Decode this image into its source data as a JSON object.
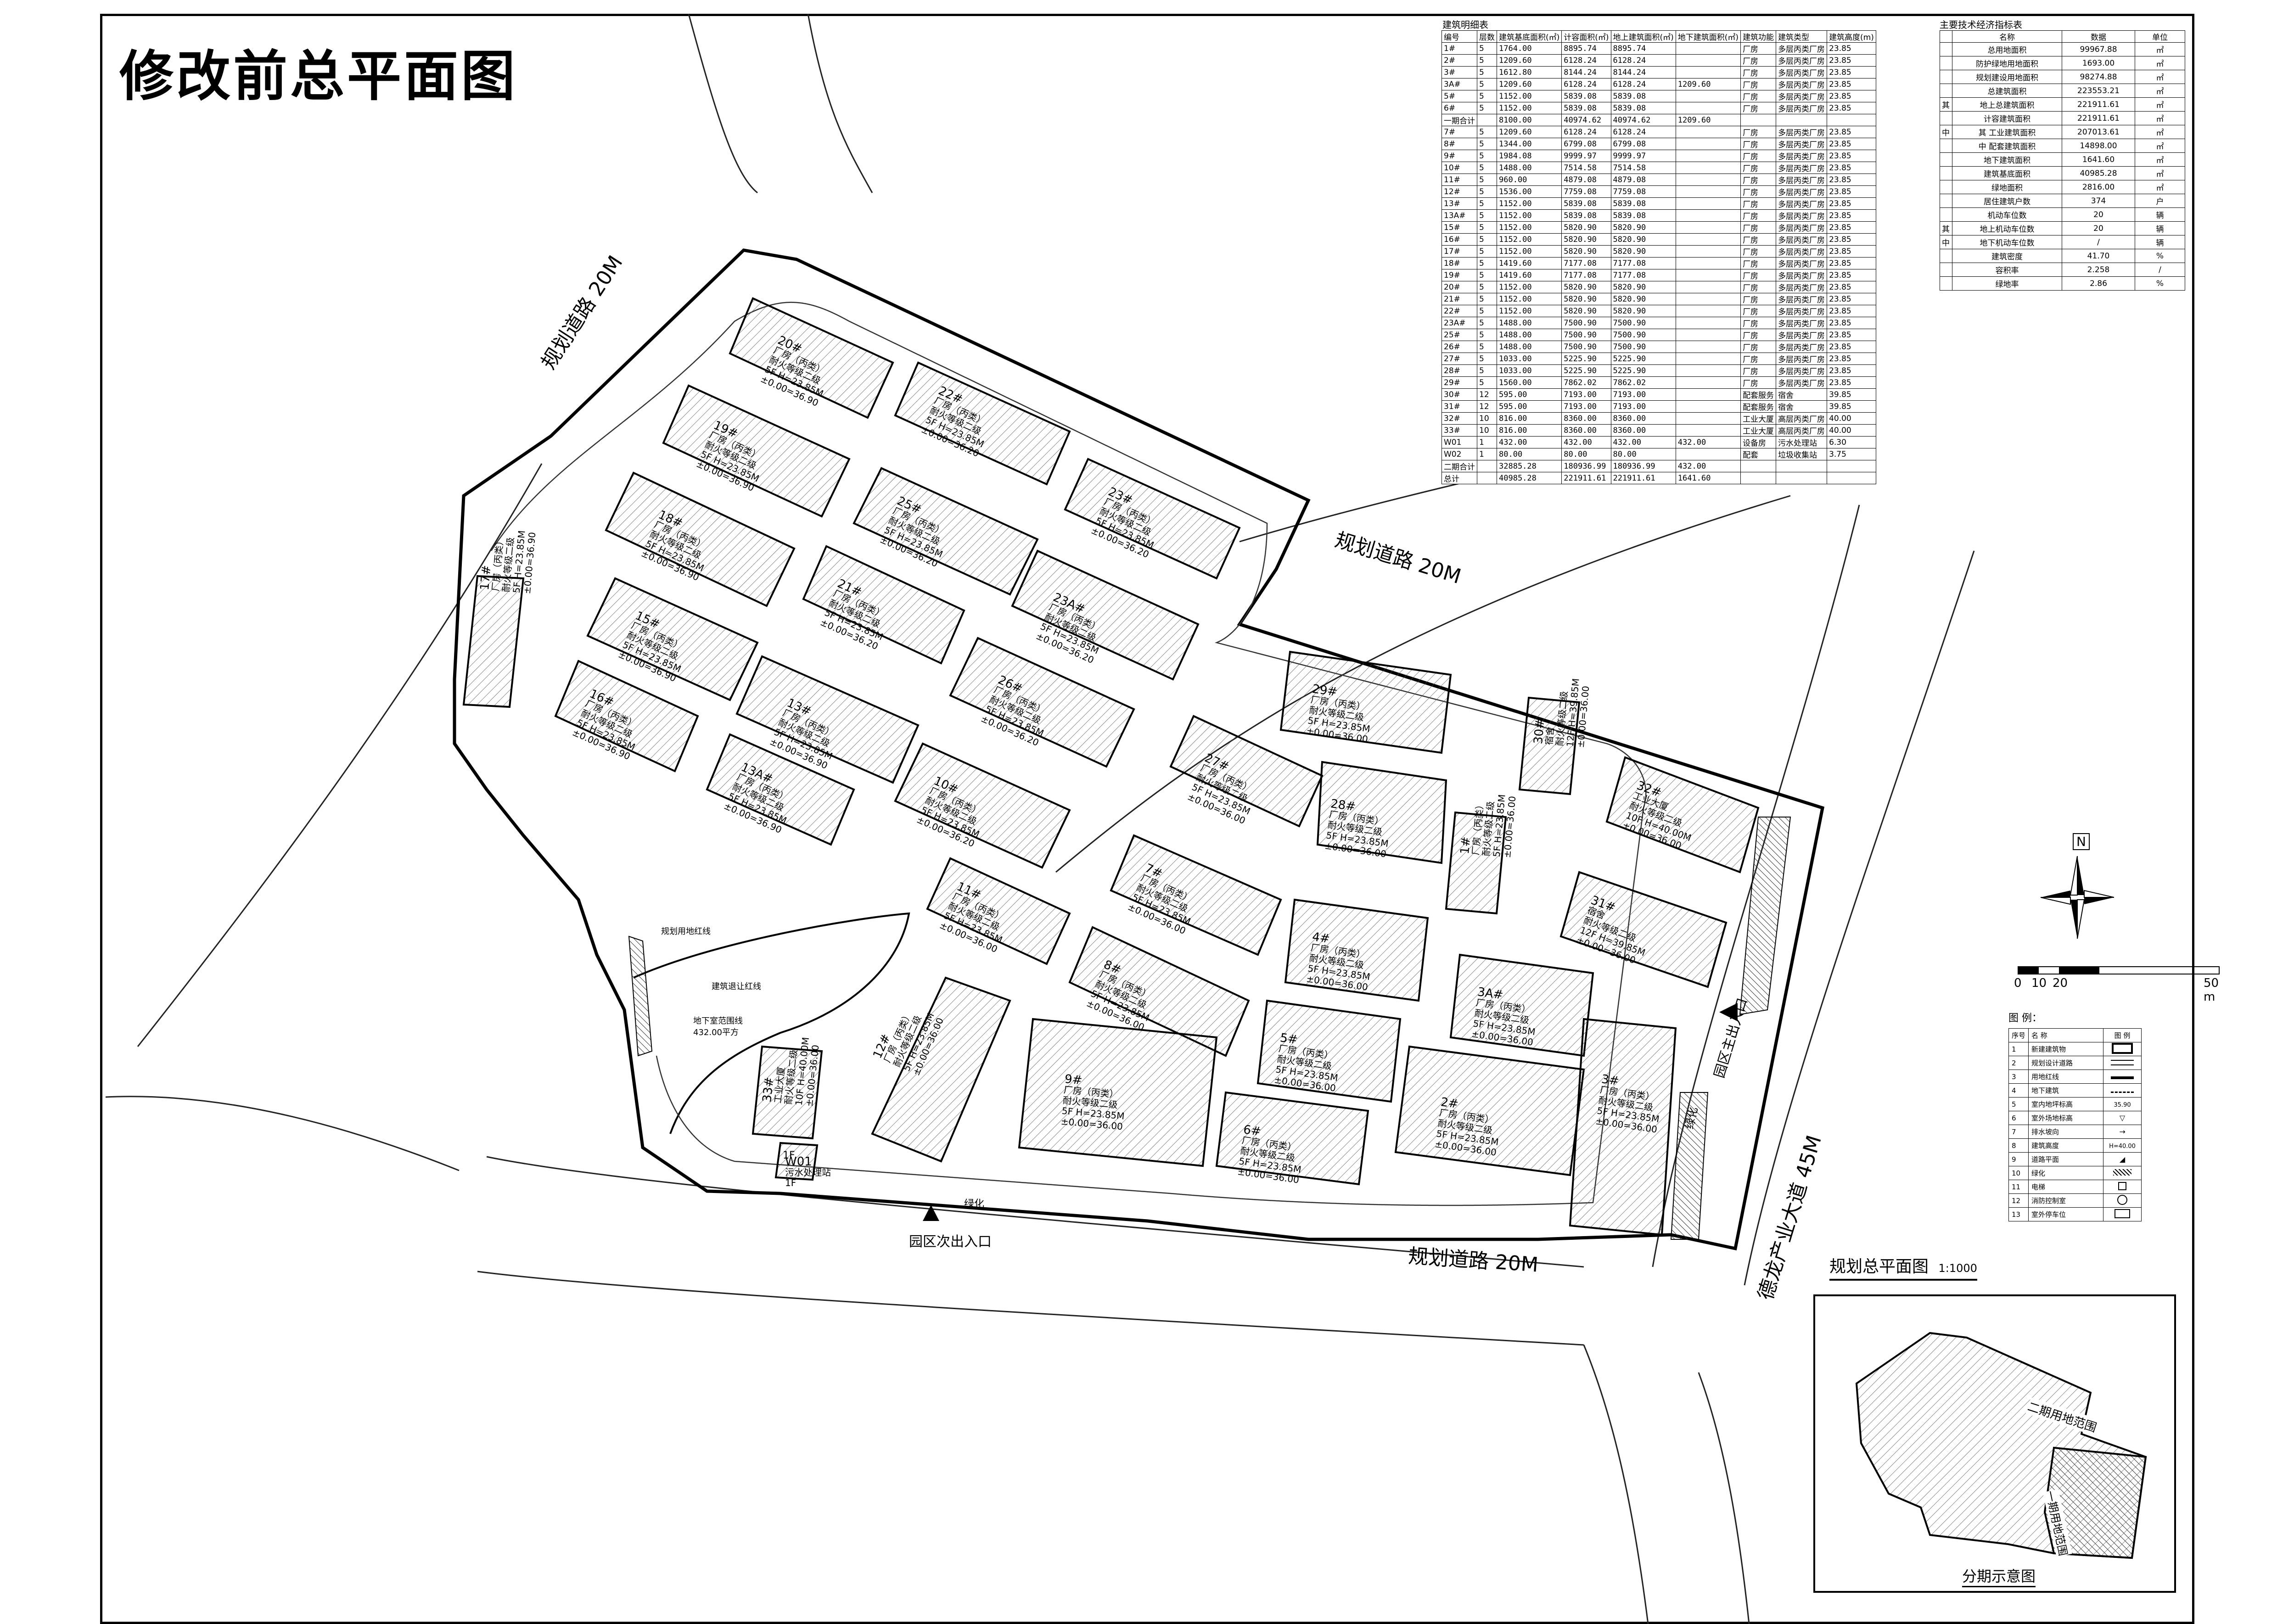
{
  "page_title": "修改前总平面图",
  "roads": {
    "west": "规划道路 20M",
    "north": "规划道路 20M",
    "south": "规划道路 20M",
    "east": "德龙产业大道 45M"
  },
  "entrances": {
    "main": "园区主出入口",
    "secondary": "园区次出入口"
  },
  "buildings": [
    {
      "id": "20#",
      "type": "厂房（丙类）",
      "fire": "耐火等级二级",
      "height": "5F H=23.85M",
      "elev": "±0.00=36.90"
    },
    {
      "id": "19#",
      "type": "厂房（丙类）",
      "fire": "耐火等级二级",
      "height": "5F H=23.85M",
      "elev": "±0.00=36.90"
    },
    {
      "id": "18#",
      "type": "厂房（丙类）",
      "fire": "耐火等级二级",
      "height": "5F H=23.85M",
      "elev": "±0.00=36.90"
    },
    {
      "id": "17#",
      "type": "厂房（丙类）",
      "fire": "耐火等级二级",
      "height": "5F H=23.85M",
      "elev": "±0.00=36.90"
    },
    {
      "id": "16#",
      "type": "厂房（丙类）",
      "fire": "耐火等级二级",
      "height": "5F H=23.85M",
      "elev": "±0.00=36.90"
    },
    {
      "id": "15#",
      "type": "厂房（丙类）",
      "fire": "耐火等级二级",
      "height": "5F H=23.85M",
      "elev": "±0.00=36.90"
    },
    {
      "id": "13A#",
      "type": "厂房（丙类）",
      "fire": "耐火等级二级",
      "height": "5F H=23.85M",
      "elev": "±0.00=36.90"
    },
    {
      "id": "13#",
      "type": "厂房（丙类）",
      "fire": "耐火等级二级",
      "height": "5F H=23.85M",
      "elev": "±0.00=36.90"
    },
    {
      "id": "22#",
      "type": "厂房（丙类）",
      "fire": "耐火等级二级",
      "height": "5F H=23.85M",
      "elev": "±0.00=36.20"
    },
    {
      "id": "21#",
      "type": "厂房（丙类）",
      "fire": "耐火等级二级",
      "height": "5F H=23.85M",
      "elev": "±0.00=36.20"
    },
    {
      "id": "23#",
      "type": "厂房（丙类）",
      "fire": "耐火等级二级",
      "height": "5F H=23.85M",
      "elev": "±0.00=36.20"
    },
    {
      "id": "23A#",
      "type": "厂房（丙类）",
      "fire": "耐火等级二级",
      "height": "5F H=23.85M",
      "elev": "±0.00=36.20"
    },
    {
      "id": "26#",
      "type": "厂房（丙类）",
      "fire": "耐火等级二级",
      "height": "5F H=23.85M",
      "elev": "±0.00=36.20"
    },
    {
      "id": "25#",
      "type": "厂房（丙类）",
      "fire": "耐火等级二级",
      "height": "5F H=23.85M",
      "elev": "±0.00=36.20"
    },
    {
      "id": "10#",
      "type": "厂房（丙类）",
      "fire": "耐火等级二级",
      "height": "5F H=23.85M",
      "elev": "±0.00=36.20"
    },
    {
      "id": "11#",
      "type": "厂房（丙类）",
      "fire": "耐火等级二级",
      "height": "5F H=23.85M",
      "elev": "±0.00=36.00"
    },
    {
      "id": "12#",
      "type": "厂房（丙类）",
      "fire": "耐火等级二级",
      "height": "5F H=23.85M",
      "elev": "±0.00=36.00"
    },
    {
      "id": "27#",
      "type": "厂房（丙类）",
      "fire": "耐火等级二级",
      "height": "5F H=23.85M",
      "elev": "±0.00=36.00"
    },
    {
      "id": "28#",
      "type": "厂房（丙类）",
      "fire": "耐火等级二级",
      "height": "5F H=23.85M",
      "elev": "±0.00=36.00"
    },
    {
      "id": "29#",
      "type": "厂房（丙类）",
      "fire": "耐火等级二级",
      "height": "5F H=23.85M",
      "elev": "±0.00=36.00"
    },
    {
      "id": "7#",
      "type": "厂房（丙类）",
      "fire": "耐火等级二级",
      "height": "5F H=23.85M",
      "elev": "±0.00=36.00"
    },
    {
      "id": "8#",
      "type": "厂房（丙类）",
      "fire": "耐火等级二级",
      "height": "5F H=23.85M",
      "elev": "±0.00=36.00"
    },
    {
      "id": "9#",
      "type": "厂房（丙类）",
      "fire": "耐火等级二级",
      "height": "5F H=23.85M",
      "elev": "±0.00=36.00"
    },
    {
      "id": "4#",
      "type": "厂房（丙类）",
      "fire": "耐火等级二级",
      "height": "5F H=23.85M",
      "elev": "±0.00=36.00"
    },
    {
      "id": "5#",
      "type": "厂房（丙类）",
      "fire": "耐火等级二级",
      "height": "5F H=23.85M",
      "elev": "±0.00=36.00"
    },
    {
      "id": "6#",
      "type": "厂房（丙类）",
      "fire": "耐火等级二级",
      "height": "5F H=23.85M",
      "elev": "±0.00=36.00"
    },
    {
      "id": "3A#",
      "type": "厂房（丙类）",
      "fire": "耐火等级二级",
      "height": "5F H=23.85M",
      "elev": "±0.00=36.00"
    },
    {
      "id": "2#",
      "type": "厂房（丙类）",
      "fire": "耐火等级二级",
      "height": "5F H=23.85M",
      "elev": "±0.00=36.00"
    },
    {
      "id": "3#",
      "type": "厂房（丙类）",
      "fire": "耐火等级二级",
      "height": "5F H=23.85M",
      "elev": "±0.00=36.00"
    },
    {
      "id": "1#",
      "type": "厂房（丙类）",
      "fire": "耐火等级二级",
      "height": "5F H=23.85M",
      "elev": "±0.00=36.00"
    },
    {
      "id": "30#",
      "type": "宿舍",
      "fire": "耐火等级二级",
      "height": "12F H=39.85M",
      "elev": "±0.00=36.00"
    },
    {
      "id": "31#",
      "type": "宿舍",
      "fire": "耐火等级二级",
      "height": "12F H=39.85M",
      "elev": "±0.00=36.00"
    },
    {
      "id": "32#",
      "type": "工业大厦",
      "fire": "耐火等级二级",
      "height": "10F H=40.00M",
      "elev": "±0.00=36.00"
    },
    {
      "id": "33#",
      "type": "工业大厦",
      "fire": "耐火等级二级",
      "height": "10F H=40.00M",
      "elev": "±0.00=36.00"
    },
    {
      "id": "W01",
      "type": "污水处理站",
      "fire": "",
      "height": "1F",
      "elev": ""
    },
    {
      "id": "W02",
      "type": "垃圾收集站",
      "fire": "",
      "height": "1F",
      "elev": ""
    }
  ],
  "building_table": {
    "title": "建筑明细表",
    "headers": [
      "编号",
      "层数",
      "建筑基底面积(㎡)",
      "计容面积(㎡)",
      "地上建筑面积(㎡)",
      "地下建筑面积(㎡)",
      "建筑功能",
      "建筑类型",
      "建筑高度(m)"
    ],
    "rows": [
      [
        "1#",
        "5",
        "1764.00",
        "8895.74",
        "8895.74",
        "",
        "厂房",
        "多层丙类厂房",
        "23.85"
      ],
      [
        "2#",
        "5",
        "1209.60",
        "6128.24",
        "6128.24",
        "",
        "厂房",
        "多层丙类厂房",
        "23.85"
      ],
      [
        "3#",
        "5",
        "1612.80",
        "8144.24",
        "8144.24",
        "",
        "厂房",
        "多层丙类厂房",
        "23.85"
      ],
      [
        "3A#",
        "5",
        "1209.60",
        "6128.24",
        "6128.24",
        "1209.60",
        "厂房",
        "多层丙类厂房",
        "23.85"
      ],
      [
        "5#",
        "5",
        "1152.00",
        "5839.08",
        "5839.08",
        "",
        "厂房",
        "多层丙类厂房",
        "23.85"
      ],
      [
        "6#",
        "5",
        "1152.00",
        "5839.08",
        "5839.08",
        "",
        "厂房",
        "多层丙类厂房",
        "23.85"
      ],
      [
        "一期合计",
        "",
        "8100.00",
        "40974.62",
        "40974.62",
        "1209.60",
        "",
        "",
        ""
      ],
      [
        "7#",
        "5",
        "1209.60",
        "6128.24",
        "6128.24",
        "",
        "厂房",
        "多层丙类厂房",
        "23.85"
      ],
      [
        "8#",
        "5",
        "1344.00",
        "6799.08",
        "6799.08",
        "",
        "厂房",
        "多层丙类厂房",
        "23.85"
      ],
      [
        "9#",
        "5",
        "1984.08",
        "9999.97",
        "9999.97",
        "",
        "厂房",
        "多层丙类厂房",
        "23.85"
      ],
      [
        "10#",
        "5",
        "1488.00",
        "7514.58",
        "7514.58",
        "",
        "厂房",
        "多层丙类厂房",
        "23.85"
      ],
      [
        "11#",
        "5",
        "960.00",
        "4879.08",
        "4879.08",
        "",
        "厂房",
        "多层丙类厂房",
        "23.85"
      ],
      [
        "12#",
        "5",
        "1536.00",
        "7759.08",
        "7759.08",
        "",
        "厂房",
        "多层丙类厂房",
        "23.85"
      ],
      [
        "13#",
        "5",
        "1152.00",
        "5839.08",
        "5839.08",
        "",
        "厂房",
        "多层丙类厂房",
        "23.85"
      ],
      [
        "13A#",
        "5",
        "1152.00",
        "5839.08",
        "5839.08",
        "",
        "厂房",
        "多层丙类厂房",
        "23.85"
      ],
      [
        "15#",
        "5",
        "1152.00",
        "5820.90",
        "5820.90",
        "",
        "厂房",
        "多层丙类厂房",
        "23.85"
      ],
      [
        "16#",
        "5",
        "1152.00",
        "5820.90",
        "5820.90",
        "",
        "厂房",
        "多层丙类厂房",
        "23.85"
      ],
      [
        "17#",
        "5",
        "1152.00",
        "5820.90",
        "5820.90",
        "",
        "厂房",
        "多层丙类厂房",
        "23.85"
      ],
      [
        "18#",
        "5",
        "1419.60",
        "7177.08",
        "7177.08",
        "",
        "厂房",
        "多层丙类厂房",
        "23.85"
      ],
      [
        "19#",
        "5",
        "1419.60",
        "7177.08",
        "7177.08",
        "",
        "厂房",
        "多层丙类厂房",
        "23.85"
      ],
      [
        "20#",
        "5",
        "1152.00",
        "5820.90",
        "5820.90",
        "",
        "厂房",
        "多层丙类厂房",
        "23.85"
      ],
      [
        "21#",
        "5",
        "1152.00",
        "5820.90",
        "5820.90",
        "",
        "厂房",
        "多层丙类厂房",
        "23.85"
      ],
      [
        "22#",
        "5",
        "1152.00",
        "5820.90",
        "5820.90",
        "",
        "厂房",
        "多层丙类厂房",
        "23.85"
      ],
      [
        "23A#",
        "5",
        "1488.00",
        "7500.90",
        "7500.90",
        "",
        "厂房",
        "多层丙类厂房",
        "23.85"
      ],
      [
        "25#",
        "5",
        "1488.00",
        "7500.90",
        "7500.90",
        "",
        "厂房",
        "多层丙类厂房",
        "23.85"
      ],
      [
        "26#",
        "5",
        "1488.00",
        "7500.90",
        "7500.90",
        "",
        "厂房",
        "多层丙类厂房",
        "23.85"
      ],
      [
        "27#",
        "5",
        "1033.00",
        "5225.90",
        "5225.90",
        "",
        "厂房",
        "多层丙类厂房",
        "23.85"
      ],
      [
        "28#",
        "5",
        "1033.00",
        "5225.90",
        "5225.90",
        "",
        "厂房",
        "多层丙类厂房",
        "23.85"
      ],
      [
        "29#",
        "5",
        "1560.00",
        "7862.02",
        "7862.02",
        "",
        "厂房",
        "多层丙类厂房",
        "23.85"
      ],
      [
        "30#",
        "12",
        "595.00",
        "7193.00",
        "7193.00",
        "",
        "配套服务",
        "宿舍",
        "39.85"
      ],
      [
        "31#",
        "12",
        "595.00",
        "7193.00",
        "7193.00",
        "",
        "配套服务",
        "宿舍",
        "39.85"
      ],
      [
        "32#",
        "10",
        "816.00",
        "8360.00",
        "8360.00",
        "",
        "工业大厦",
        "高层丙类厂房",
        "40.00"
      ],
      [
        "33#",
        "10",
        "816.00",
        "8360.00",
        "8360.00",
        "",
        "工业大厦",
        "高层丙类厂房",
        "40.00"
      ],
      [
        "W01",
        "1",
        "432.00",
        "432.00",
        "432.00",
        "432.00",
        "设备房",
        "污水处理站",
        "6.30"
      ],
      [
        "W02",
        "1",
        "80.00",
        "80.00",
        "80.00",
        "",
        "配套",
        "垃圾收集站",
        "3.75"
      ],
      [
        "二期合计",
        "",
        "32885.28",
        "180936.99",
        "180936.99",
        "432.00",
        "",
        "",
        ""
      ],
      [
        "总计",
        "",
        "40985.28",
        "221911.61",
        "221911.61",
        "1641.60",
        "",
        "",
        ""
      ]
    ]
  },
  "index_table": {
    "title": "主要技术经济指标表",
    "headers": [
      "名称",
      "数据",
      "单位"
    ],
    "rows": [
      [
        "",
        "总用地面积",
        "99967.88",
        "㎡"
      ],
      [
        "",
        "防护绿地用地面积",
        "1693.00",
        "㎡"
      ],
      [
        "",
        "规划建设用地面积",
        "98274.88",
        "㎡"
      ],
      [
        "",
        "总建筑面积",
        "223553.21",
        "㎡"
      ],
      [
        "其",
        "地上总建筑面积",
        "221911.61",
        "㎡"
      ],
      [
        "",
        "计容建筑面积",
        "221911.61",
        "㎡"
      ],
      [
        "中",
        "其 工业建筑面积",
        "207013.61",
        "㎡"
      ],
      [
        "",
        "中 配套建筑面积",
        "14898.00",
        "㎡"
      ],
      [
        "",
        "地下建筑面积",
        "1641.60",
        "㎡"
      ],
      [
        "",
        "建筑基底面积",
        "40985.28",
        "㎡"
      ],
      [
        "",
        "绿地面积",
        "2816.00",
        "㎡"
      ],
      [
        "",
        "居住建筑户数",
        "374",
        "户"
      ],
      [
        "",
        "机动车位数",
        "20",
        "辆"
      ],
      [
        "其",
        "地上机动车位数",
        "20",
        "辆"
      ],
      [
        "中",
        "地下机动车位数",
        "/",
        "辆"
      ],
      [
        "",
        "建筑密度",
        "41.70",
        "%"
      ],
      [
        "",
        "容积率",
        "2.258",
        "/"
      ],
      [
        "",
        "绿地率",
        "2.86",
        "%"
      ]
    ]
  },
  "north_label": "N",
  "scale_bar": {
    "ticks": [
      "0",
      "10",
      "20",
      "50 m"
    ]
  },
  "legend": {
    "title": "图 例：",
    "headers": [
      "序号",
      "名 称",
      "图 例"
    ],
    "rows": [
      [
        "1",
        "新建建筑物"
      ],
      [
        "2",
        "规划设计道路"
      ],
      [
        "3",
        "用地红线"
      ],
      [
        "4",
        "地下建筑"
      ],
      [
        "5",
        "室内地坪标高"
      ],
      [
        "6",
        "室外场地标高"
      ],
      [
        "7",
        "排水坡向"
      ],
      [
        "8",
        "建筑高度"
      ],
      [
        "9",
        "道路平面"
      ],
      [
        "10",
        "绿化"
      ],
      [
        "11",
        "电梯"
      ],
      [
        "12",
        "消防控制室"
      ],
      [
        "13",
        "室外停车位"
      ]
    ],
    "samples": {
      "elev": "35.90",
      "height": "H=40.00"
    }
  },
  "plan_caption": {
    "title": "规划总平面图",
    "scale": "1:1000"
  },
  "phase_map": {
    "title": "分期示意图",
    "phase2": "二期用地范围",
    "phase1": "一期用地范围"
  },
  "site_labels": {
    "green": "绿化",
    "setback": "建筑退让红线",
    "redline": "规划用地红线",
    "underground": "地下室范围线",
    "underground_area": "432.00平方",
    "building_1f": "1F"
  },
  "colors": {
    "line": "#000000",
    "hatch": "#444444",
    "paper": "#ffffff"
  }
}
